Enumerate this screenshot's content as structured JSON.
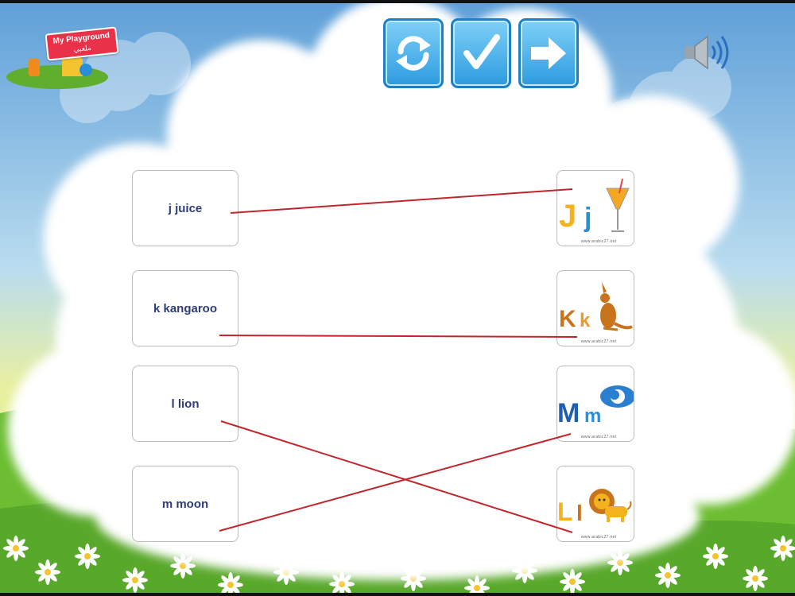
{
  "logo": {
    "line1": "My Playground",
    "line2": "ملعبي"
  },
  "toolbar": {
    "reset": {
      "icon": "refresh-icon"
    },
    "check": {
      "icon": "checkmark-icon"
    },
    "next": {
      "icon": "arrow-right-icon"
    },
    "sound": {
      "icon": "speaker-icon"
    }
  },
  "words": [
    {
      "label": "j juice"
    },
    {
      "label": "k kangaroo"
    },
    {
      "label": "l lion"
    },
    {
      "label": "m moon"
    }
  ],
  "pictures": [
    {
      "letters": "Jj",
      "image": "juice-glass-icon",
      "caption": "www.arabic27.net"
    },
    {
      "letters": "Kk",
      "image": "kangaroo-icon",
      "caption": "www.arabic27.net"
    },
    {
      "letters": "Mm",
      "image": "moon-icon",
      "caption": "www.arabic27.net"
    },
    {
      "letters": "Ll",
      "image": "lion-icon",
      "caption": "www.arabic27.net"
    }
  ],
  "connections": [
    {
      "word": 0,
      "picture": 0
    },
    {
      "word": 1,
      "picture": 1
    },
    {
      "word": 2,
      "picture": 3
    },
    {
      "word": 3,
      "picture": 2
    }
  ],
  "colors": {
    "sky_top": "#6aa9de",
    "sky_bottom": "#e9f2a8",
    "grass": "#5fae2e",
    "cloud": "#ffffff",
    "line": "#c0272d",
    "word_text": "#2e3d7a",
    "button": "#2d9be0"
  }
}
